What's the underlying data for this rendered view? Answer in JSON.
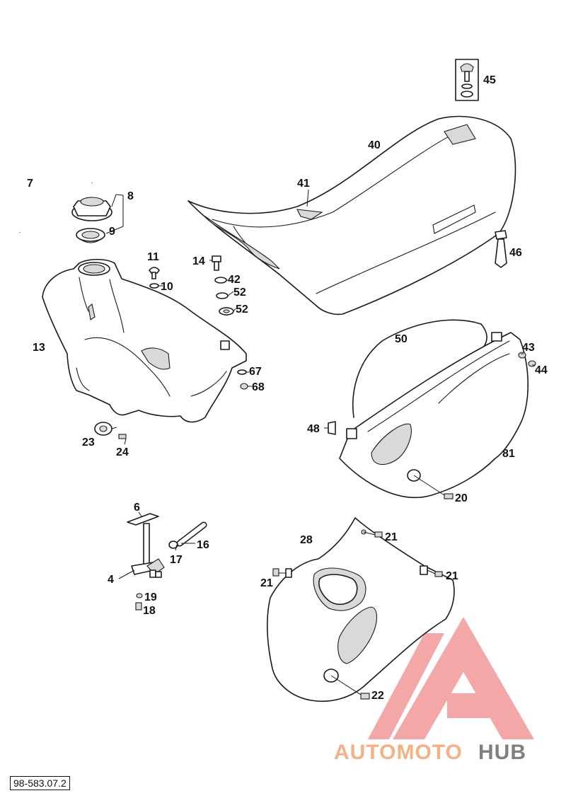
{
  "diagram": {
    "callouts": {
      "c4": "4",
      "c6": "6",
      "c7": "7",
      "c8": "8",
      "c9": "9",
      "c10": "10",
      "c11": "11",
      "c13": "13",
      "c14": "14",
      "c16": "16",
      "c17": "17",
      "c18": "18",
      "c19": "19",
      "c20": "20",
      "c21a": "21",
      "c21b": "21",
      "c21c": "21",
      "c22": "22",
      "c23": "23",
      "c24": "24",
      "c28": "28",
      "c40": "40",
      "c41": "41",
      "c42": "42",
      "c43": "43",
      "c44": "44",
      "c45": "45",
      "c46": "46",
      "c48": "48",
      "c50": "50",
      "c52a": "52",
      "c52b": "52",
      "c67": "67",
      "c68": "68",
      "c81": "81"
    },
    "reference_number": "98-583.07.2"
  },
  "watermark": {
    "text_part1": "AUTOMOTO",
    "text_part2": "HUB",
    "color_part1": "#f4b183",
    "color_part2": "#7f7f7f",
    "logo_color": "#ef8a8a"
  }
}
